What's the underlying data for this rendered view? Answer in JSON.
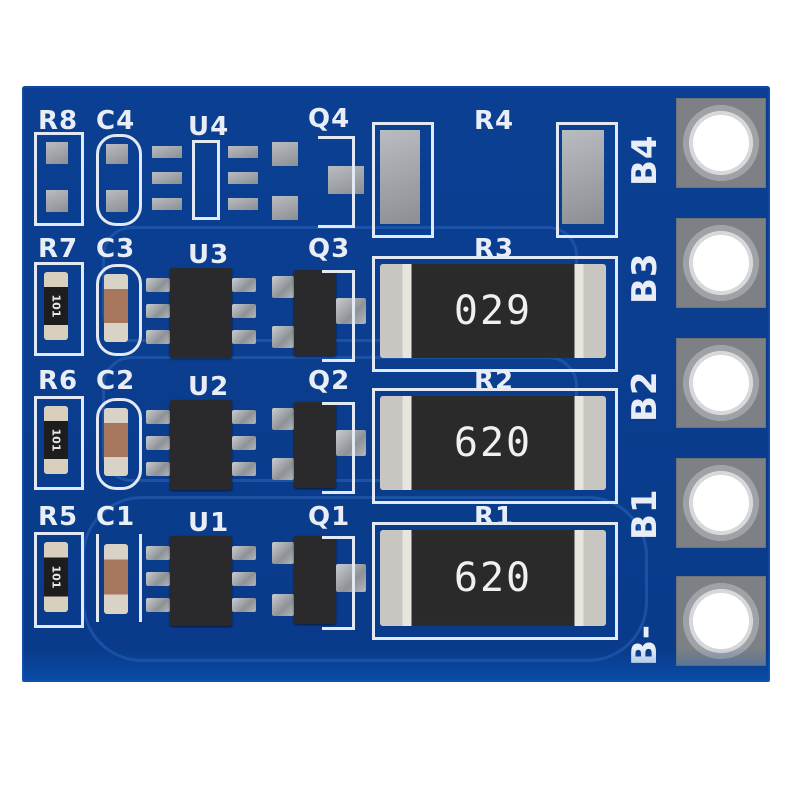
{
  "photo": {
    "subject": "4S lithium battery balance PCB",
    "board_color": "#0b3e8f",
    "silkscreen_color": "#e9eef6",
    "background_color": "#ffffff"
  },
  "silkscreen": {
    "rows": [
      {
        "resistor": "R8",
        "capacitor": "C4",
        "ic": "U4",
        "transistor": "Q4",
        "shunt": "R4",
        "terminal": "B4",
        "populated": false
      },
      {
        "resistor": "R7",
        "capacitor": "C3",
        "ic": "U3",
        "transistor": "Q3",
        "shunt": "R3",
        "terminal": "B3",
        "populated": true
      },
      {
        "resistor": "R6",
        "capacitor": "C2",
        "ic": "U2",
        "transistor": "Q2",
        "shunt": "R2",
        "terminal": "B2",
        "populated": true
      },
      {
        "resistor": "R5",
        "capacitor": "C1",
        "ic": "U1",
        "transistor": "Q1",
        "shunt": "R1",
        "terminal": "B1",
        "populated": true
      }
    ],
    "extra_terminal": "B-"
  },
  "markings": {
    "R3": "029",
    "R2": "620",
    "R1": "620",
    "R7": "101",
    "R6": "101",
    "R5": "101"
  }
}
